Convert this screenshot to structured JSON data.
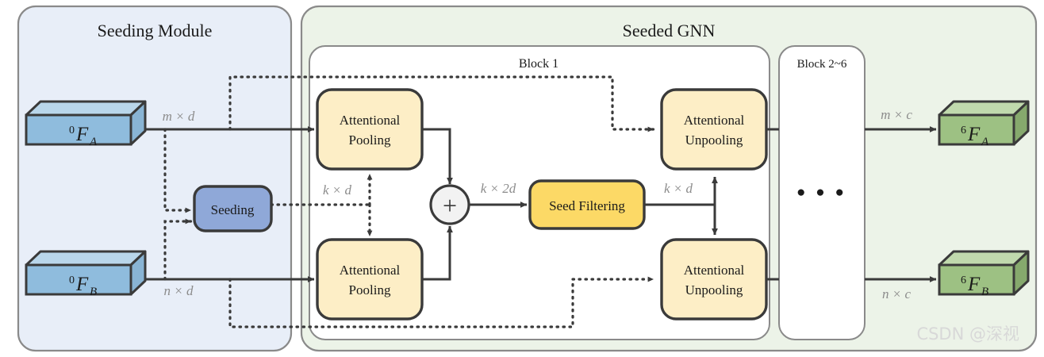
{
  "figure": {
    "title": "Seeding Module and Seeded GNN architecture diagram",
    "watermark": "CSDN @深视"
  },
  "panels": [
    {
      "id": "seeding-module",
      "label": "Seeding Module",
      "fill": "#e8eef8",
      "stroke": "#8a8a8a"
    },
    {
      "id": "seeded-gnn",
      "label": "Seeded GNN",
      "fill": "#ecf3e8",
      "stroke": "#8a8a8a"
    }
  ],
  "blocks": [
    {
      "id": "block-1",
      "label": "Block 1",
      "fill": "#ffffff",
      "stroke": "#8a8a8a"
    },
    {
      "id": "block-2-6",
      "label": "Block 2~6",
      "fill": "#ffffff",
      "stroke": "#8a8a8a",
      "ellipsis": "● ● ●"
    }
  ],
  "nodes": {
    "input_a": {
      "label": "⁰F",
      "sub": "A",
      "sup": "0",
      "base": "F",
      "color": "#8fbcdd"
    },
    "input_b": {
      "label": "⁰F",
      "sub": "B",
      "sup": "0",
      "base": "F",
      "color": "#8fbcdd"
    },
    "output_a": {
      "sup": "6",
      "base": "F",
      "sub": "A",
      "color": "#9dc183"
    },
    "output_b": {
      "sup": "6",
      "base": "F",
      "sub": "B",
      "color": "#9dc183"
    },
    "seeding": {
      "label": "Seeding",
      "color": "#8fa8d8"
    },
    "pool_top": {
      "line1": "Attentional",
      "line2": "Pooling",
      "color": "#fdeec6"
    },
    "pool_bottom": {
      "line1": "Attentional",
      "line2": "Pooling",
      "color": "#fdeec6"
    },
    "unpool_top": {
      "line1": "Attentional",
      "line2": "Unpooling",
      "color": "#fdeec6"
    },
    "unpool_bottom": {
      "line1": "Attentional",
      "line2": "Unpooling",
      "color": "#fdeec6"
    },
    "seed_filtering": {
      "label": "Seed Filtering",
      "color": "#fcd966"
    },
    "adder": {
      "symbol": "+",
      "color": "#f2f2f2"
    }
  },
  "edge_labels": {
    "m_x_d": "m × d",
    "n_x_d": "n × d",
    "k_x_d_left": "k × d",
    "k_x_2d": "k × 2d",
    "k_x_d_right": "k × d",
    "m_x_c": "m × c",
    "n_x_c": "n × c"
  },
  "colors": {
    "stroke_dark": "#3a3a3a",
    "stroke_panel": "#8a8a8a",
    "label_gray": "#8c8c8c",
    "text_dark": "#1a1a1a",
    "watermark": "#d8d8d8"
  }
}
